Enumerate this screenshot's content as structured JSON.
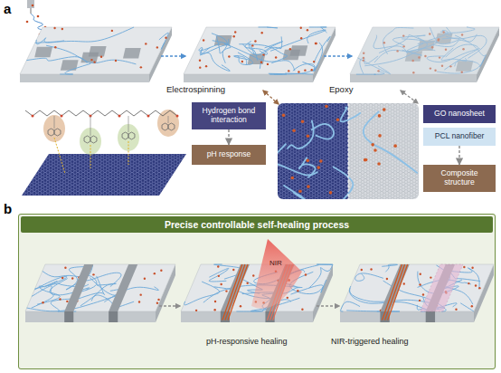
{
  "diagram": {
    "nodes": [
      {
        "text": [
          "Hydrogen bond interaction"
        ]
      },
      {
        "text": [
          "pH response"
        ]
      },
      {
        "text": [
          "GO nanosheet"
        ]
      },
      {
        "text": [
          "PCL nanofiber"
        ]
      },
      {
        "text": [
          "Composite structure"
        ]
      },
      {
        "text": [
          "Precise controllable self-healing process"
        ]
      }
    ],
    "edges": [
      {
        "from": 0,
        "to": 1,
        "arrow": "to"
      },
      {
        "from": 3,
        "to": 4,
        "arrow": "to"
      }
    ],
    "labels": [
      "a",
      "Electrospinning",
      "Epoxy",
      "b",
      "NIR",
      "pH-responsive healing",
      "NIR-triggered healing"
    ]
  }
}
